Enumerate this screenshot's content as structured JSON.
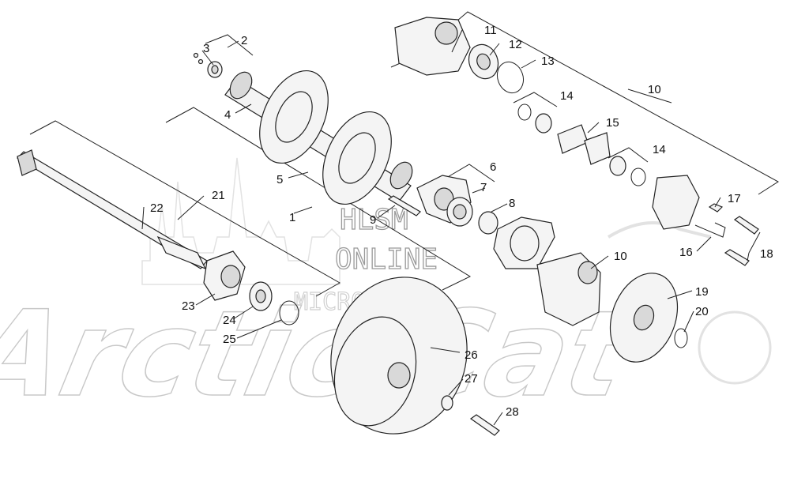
{
  "watermark": {
    "line1": "HLSM",
    "line2": "ONLINE",
    "line3": "MICROFICHE",
    "brand": "Arctic Cat"
  },
  "callouts": [
    {
      "id": "1",
      "label": "1"
    },
    {
      "id": "2",
      "label": "2"
    },
    {
      "id": "3",
      "label": "3"
    },
    {
      "id": "4",
      "label": "4"
    },
    {
      "id": "5",
      "label": "5"
    },
    {
      "id": "6",
      "label": "6"
    },
    {
      "id": "7",
      "label": "7"
    },
    {
      "id": "8",
      "label": "8"
    },
    {
      "id": "9",
      "label": "9"
    },
    {
      "id": "10a",
      "label": "10"
    },
    {
      "id": "10b",
      "label": "10"
    },
    {
      "id": "11",
      "label": "11"
    },
    {
      "id": "12",
      "label": "12"
    },
    {
      "id": "13",
      "label": "13"
    },
    {
      "id": "14a",
      "label": "14"
    },
    {
      "id": "14b",
      "label": "14"
    },
    {
      "id": "15",
      "label": "15"
    },
    {
      "id": "16",
      "label": "16"
    },
    {
      "id": "17",
      "label": "17"
    },
    {
      "id": "18",
      "label": "18"
    },
    {
      "id": "19",
      "label": "19"
    },
    {
      "id": "20",
      "label": "20"
    },
    {
      "id": "21",
      "label": "21"
    },
    {
      "id": "22",
      "label": "22"
    },
    {
      "id": "23",
      "label": "23"
    },
    {
      "id": "24",
      "label": "24"
    },
    {
      "id": "25",
      "label": "25"
    },
    {
      "id": "26",
      "label": "26"
    },
    {
      "id": "27",
      "label": "27"
    },
    {
      "id": "28",
      "label": "28"
    }
  ],
  "colors": {
    "line": "#222222",
    "watermark": "#c8c8c8",
    "background": "#ffffff"
  }
}
